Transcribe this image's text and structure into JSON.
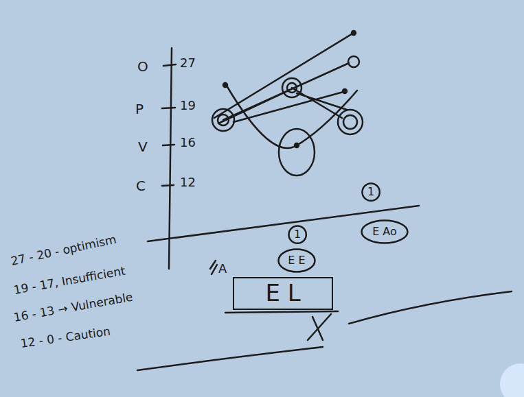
{
  "diagram": {
    "nodes": [
      {
        "text": [
          "1"
        ]
      },
      {
        "text": [
          "E E"
        ]
      },
      {
        "text": [
          "1"
        ]
      },
      {
        "text": [
          "E Ao"
        ]
      },
      {
        "text": [
          "E L"
        ]
      }
    ],
    "labels": [
      "O",
      "P",
      "V",
      "C",
      "27",
      "19",
      "16",
      "12",
      "A",
      "27 - 20 - optimism",
      "19 - 17, Insufficient",
      "16 - 13 → Vulnerable",
      "12 - 0 - Caution"
    ]
  }
}
